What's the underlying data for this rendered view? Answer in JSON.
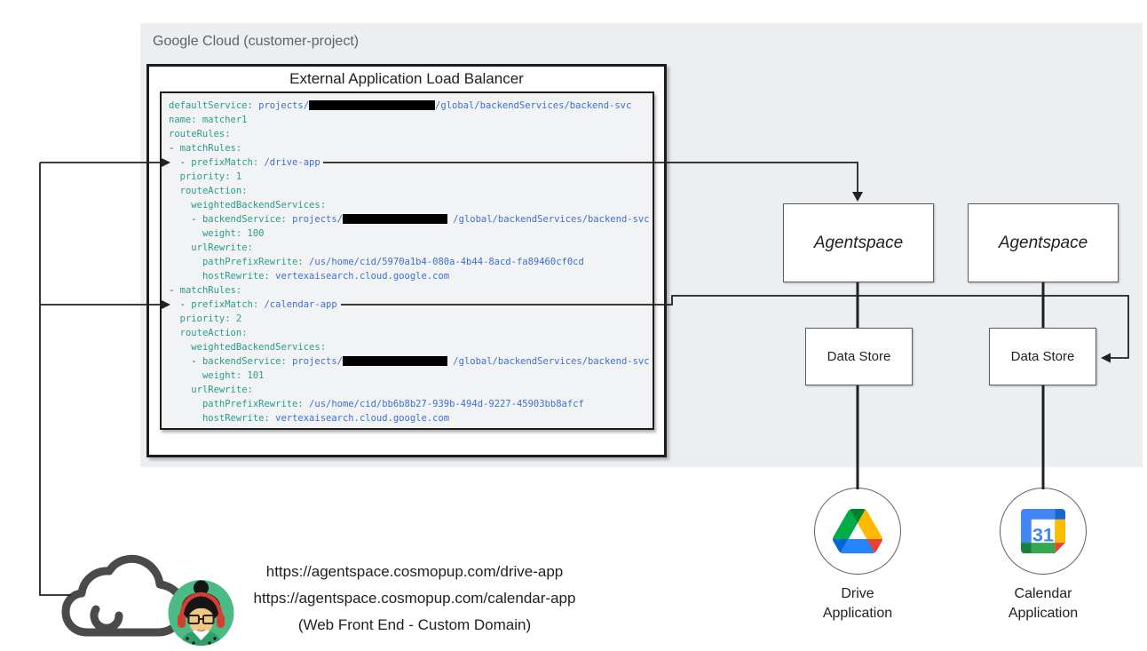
{
  "diagram": {
    "cloud_container_label": "Google Cloud (customer-project)",
    "load_balancer": {
      "title": "External Application Load Balancer",
      "code_lines": [
        [
          {
            "c": "key",
            "t": "defaultService:"
          },
          {
            "c": "str",
            "t": " projects/"
          },
          {
            "c": "redact",
            "t": ""
          },
          {
            "c": "str",
            "t": "/global/backendServices/backend-svc"
          }
        ],
        [
          {
            "c": "key",
            "t": "name:"
          },
          {
            "c": "val",
            "t": " matcher1"
          }
        ],
        [
          {
            "c": "key",
            "t": "routeRules:"
          }
        ],
        [
          {
            "c": "plain",
            "t": "- "
          },
          {
            "c": "key",
            "t": "matchRules:"
          }
        ],
        [
          {
            "c": "plain",
            "t": "  - "
          },
          {
            "c": "key",
            "t": "prefixMatch:"
          },
          {
            "c": "str",
            "t": " /drive-app"
          }
        ],
        [
          {
            "c": "plain",
            "t": "  "
          },
          {
            "c": "key",
            "t": "priority:"
          },
          {
            "c": "val",
            "t": " 1"
          }
        ],
        [
          {
            "c": "plain",
            "t": "  "
          },
          {
            "c": "key",
            "t": "routeAction:"
          }
        ],
        [
          {
            "c": "plain",
            "t": "    "
          },
          {
            "c": "key",
            "t": "weightedBackendServices:"
          }
        ],
        [
          {
            "c": "plain",
            "t": "    - "
          },
          {
            "c": "key",
            "t": "backendService:"
          },
          {
            "c": "str",
            "t": " projects/"
          },
          {
            "c": "redact",
            "t": ""
          },
          {
            "c": "str",
            "t": " /global/backendServices/backend-svc"
          }
        ],
        [
          {
            "c": "plain",
            "t": "      "
          },
          {
            "c": "key",
            "t": "weight:"
          },
          {
            "c": "val",
            "t": " 100"
          }
        ],
        [
          {
            "c": "plain",
            "t": "    "
          },
          {
            "c": "key",
            "t": "urlRewrite:"
          }
        ],
        [
          {
            "c": "plain",
            "t": "      "
          },
          {
            "c": "key",
            "t": "pathPrefixRewrite:"
          },
          {
            "c": "str",
            "t": " /us/home/cid/5970a1b4-080a-4b44-8acd-fa89460cf0cd"
          }
        ],
        [
          {
            "c": "plain",
            "t": "      "
          },
          {
            "c": "key",
            "t": "hostRewrite:"
          },
          {
            "c": "str",
            "t": " vertexaisearch.cloud.google.com"
          }
        ],
        [
          {
            "c": "plain",
            "t": "- "
          },
          {
            "c": "key",
            "t": "matchRules:"
          }
        ],
        [
          {
            "c": "plain",
            "t": "  - "
          },
          {
            "c": "key",
            "t": "prefixMatch:"
          },
          {
            "c": "str",
            "t": " /calendar-app"
          }
        ],
        [
          {
            "c": "plain",
            "t": "  "
          },
          {
            "c": "key",
            "t": "priority:"
          },
          {
            "c": "val",
            "t": " 2"
          }
        ],
        [
          {
            "c": "plain",
            "t": "  "
          },
          {
            "c": "key",
            "t": "routeAction:"
          }
        ],
        [
          {
            "c": "plain",
            "t": "    "
          },
          {
            "c": "key",
            "t": "weightedBackendServices:"
          }
        ],
        [
          {
            "c": "plain",
            "t": "    - "
          },
          {
            "c": "key",
            "t": "backendService:"
          },
          {
            "c": "str",
            "t": " projects/"
          },
          {
            "c": "redact",
            "t": ""
          },
          {
            "c": "str",
            "t": " /global/backendServices/backend-svc"
          }
        ],
        [
          {
            "c": "plain",
            "t": "      "
          },
          {
            "c": "key",
            "t": "weight:"
          },
          {
            "c": "val",
            "t": " 101"
          }
        ],
        [
          {
            "c": "plain",
            "t": "    "
          },
          {
            "c": "key",
            "t": "urlRewrite:"
          }
        ],
        [
          {
            "c": "plain",
            "t": "      "
          },
          {
            "c": "key",
            "t": "pathPrefixRewrite:"
          },
          {
            "c": "str",
            "t": " /us/home/cid/bb6b8b27-939b-494d-9227-45903bb8afcf"
          }
        ],
        [
          {
            "c": "plain",
            "t": "      "
          },
          {
            "c": "key",
            "t": "hostRewrite:"
          },
          {
            "c": "str",
            "t": " vertexaisearch.cloud.google.com"
          }
        ]
      ]
    },
    "agentspace_boxes": [
      {
        "label": "Agentspace"
      },
      {
        "label": "Agentspace"
      }
    ],
    "data_store_boxes": [
      {
        "label": "Data Store"
      },
      {
        "label": "Data Store"
      }
    ],
    "applications": [
      {
        "icon": "google-drive-icon",
        "line1": "Drive",
        "line2": "Application"
      },
      {
        "icon": "google-calendar-icon",
        "calendar_day": "31",
        "line1": "Calendar",
        "line2": "Application"
      }
    ],
    "client": {
      "url_drive": "https://agentspace.cosmopup.com/drive-app",
      "url_calendar": "https://agentspace.cosmopup.com/calendar-app",
      "caption": "(Web Front End - Custom Domain)"
    },
    "colors": {
      "container_bg": "#eceff1",
      "code_bg": "#f1f3f4",
      "yaml_key": "#2b9a8e",
      "yaml_string": "#3e6fd0",
      "connector_line": "#212121",
      "drive_logo": [
        "#0066da",
        "#00ac47",
        "#ea4335",
        "#00832d",
        "#2684fc",
        "#ffba00"
      ],
      "calendar_logo": [
        "#4285f4",
        "#1967d2",
        "#fbbc04",
        "#34a853",
        "#188038",
        "#ea4335"
      ],
      "avatar_bg": "#4cba85",
      "cloud_outline": "#4a4a4a"
    }
  }
}
